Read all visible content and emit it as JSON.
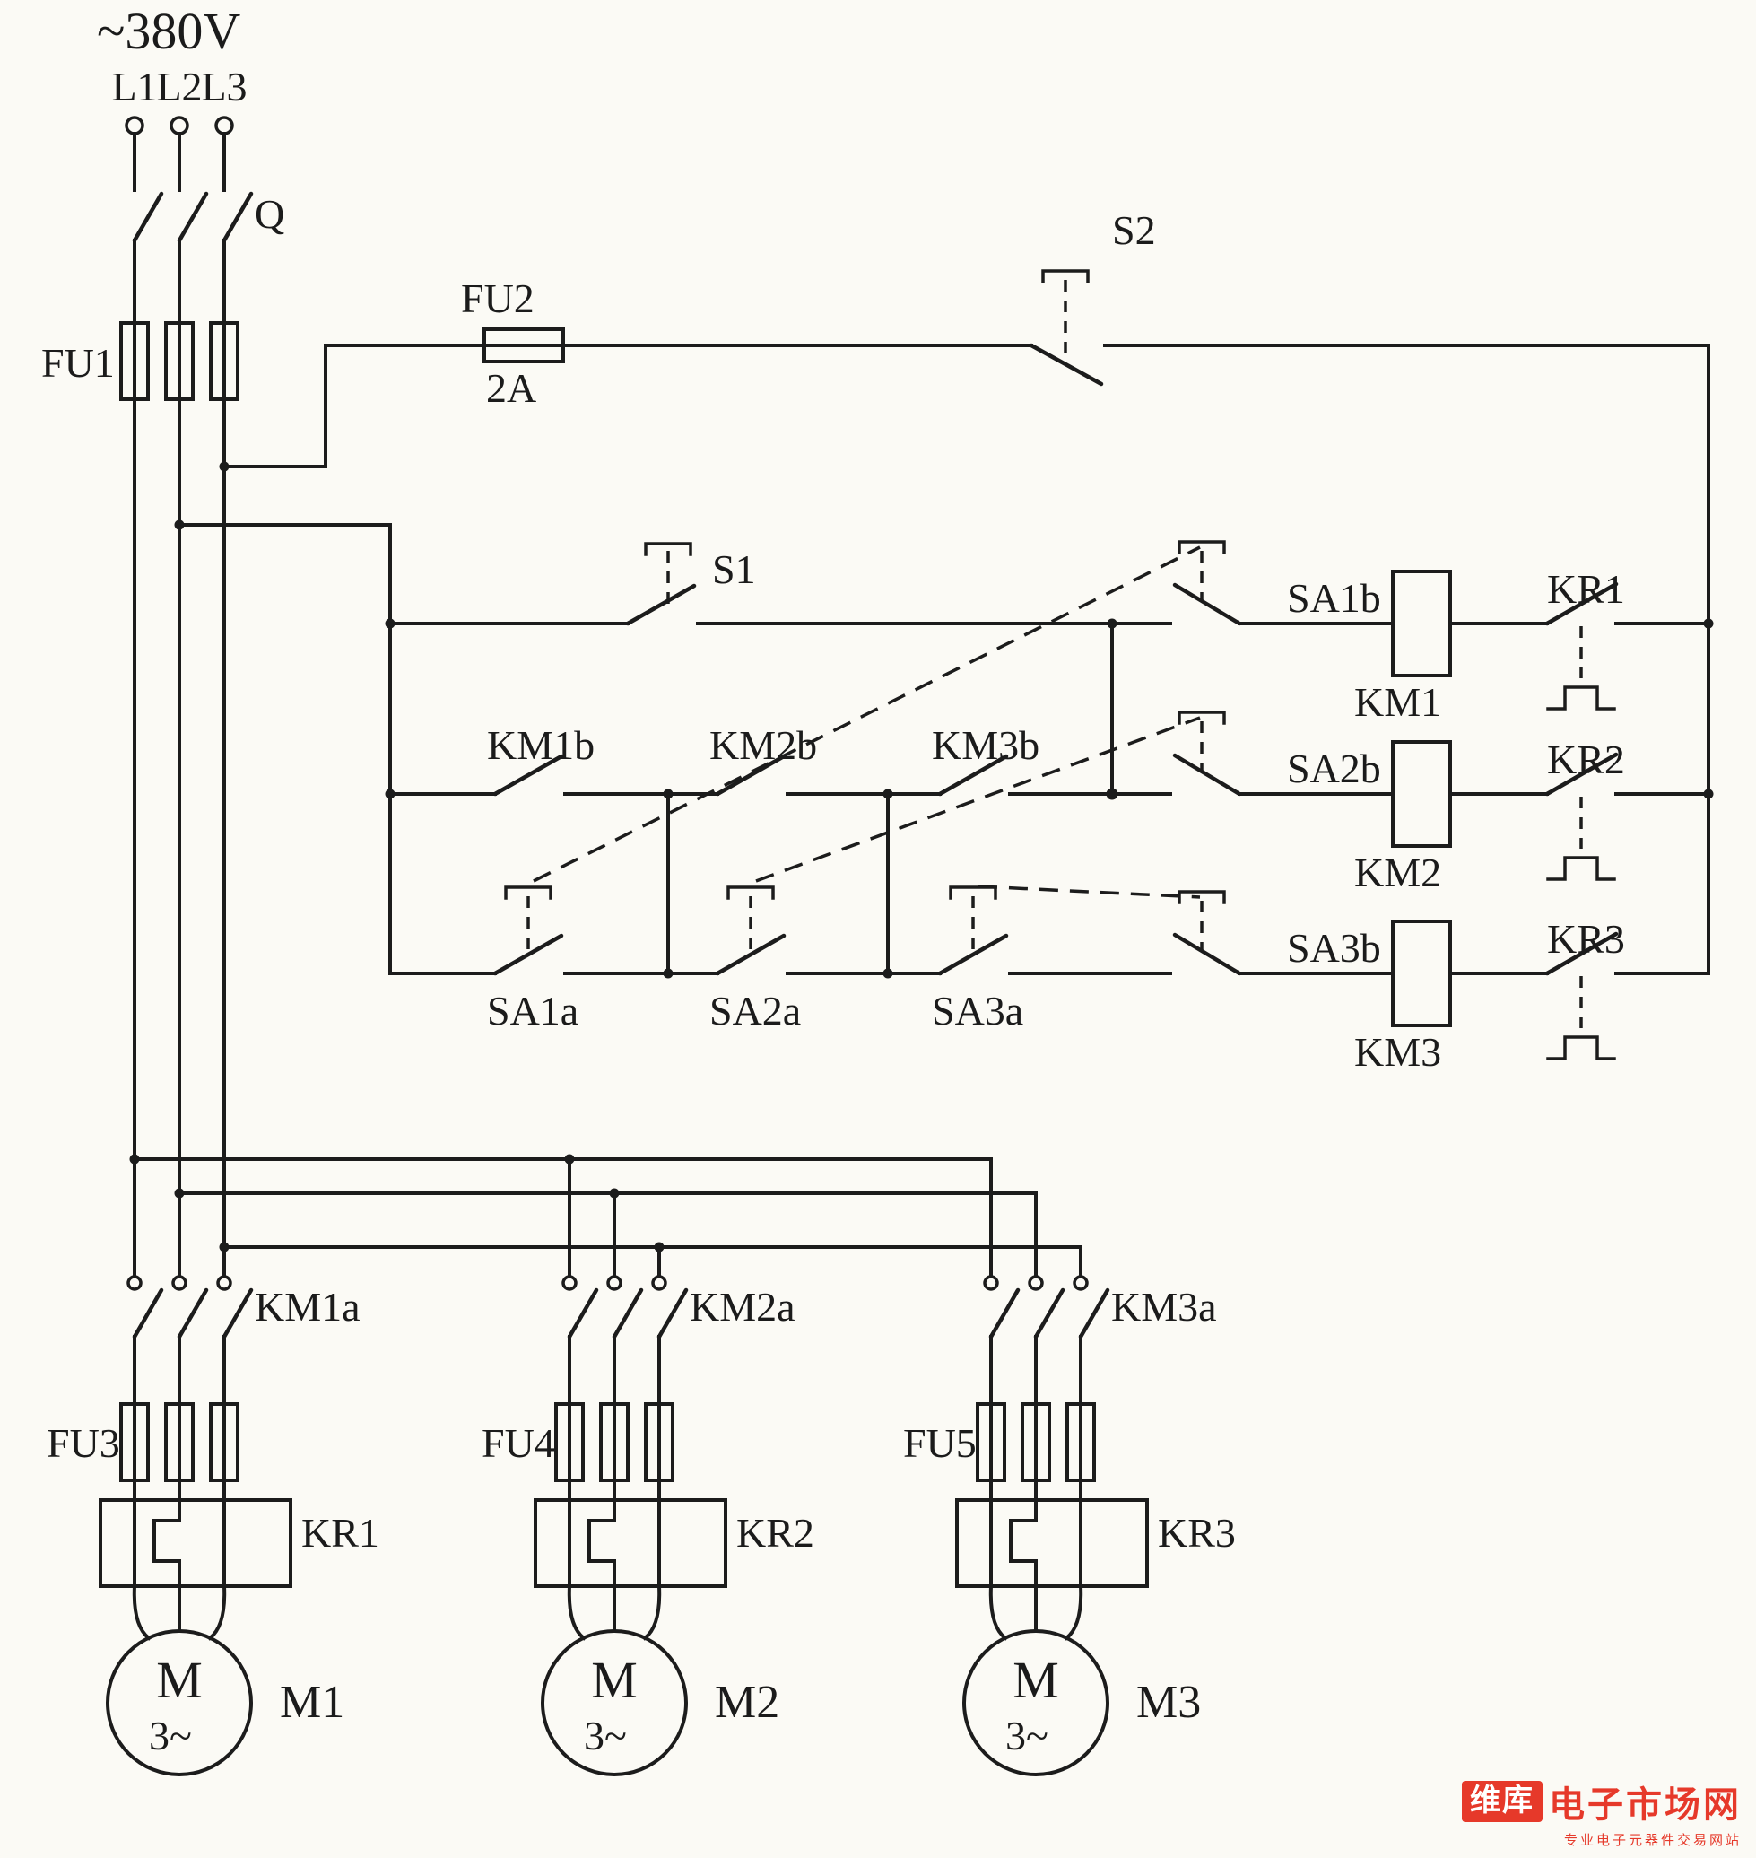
{
  "diagram": {
    "type": "electrical-schematic",
    "description": "Three-phase (380V) selection control circuit for three motors M1, M2, M3 with contactors KM1-KM3, thermal overload relays KR1-KR3 and selector switch SA"
  },
  "colors": {
    "ink": "#1c1c1c",
    "paper": "#fbfaf5",
    "watermark_red": "#e6392a"
  },
  "labels": {
    "voltage": "~380V",
    "l1": "L1",
    "l2": "L2",
    "l3": "L3",
    "q": "Q",
    "fu1": "FU1",
    "fu2": "FU2",
    "fu2_rating": "2A",
    "s1": "S1",
    "s2": "S2",
    "km1b": "KM1b",
    "km2b": "KM2b",
    "km3b": "KM3b",
    "sa1a": "SA1a",
    "sa2a": "SA2a",
    "sa3a": "SA3a",
    "sa1b": "SA1b",
    "sa2b": "SA2b",
    "sa3b": "SA3b",
    "km1_coil": "KM1",
    "km2_coil": "KM2",
    "km3_coil": "KM3",
    "kr1": "KR1",
    "kr2": "KR2",
    "kr3": "KR3",
    "km1a": "KM1a",
    "km2a": "KM2a",
    "km3a": "KM3a",
    "fu3": "FU3",
    "fu4": "FU4",
    "fu5": "FU5",
    "motor_letter": "M",
    "motor_phases": "3~",
    "m1": "M1",
    "m2": "M2",
    "m3": "M3"
  },
  "watermark": {
    "brand": "维库",
    "brand_suffix": "电子市场网",
    "tagline": "专业电子元器件交易网站"
  }
}
